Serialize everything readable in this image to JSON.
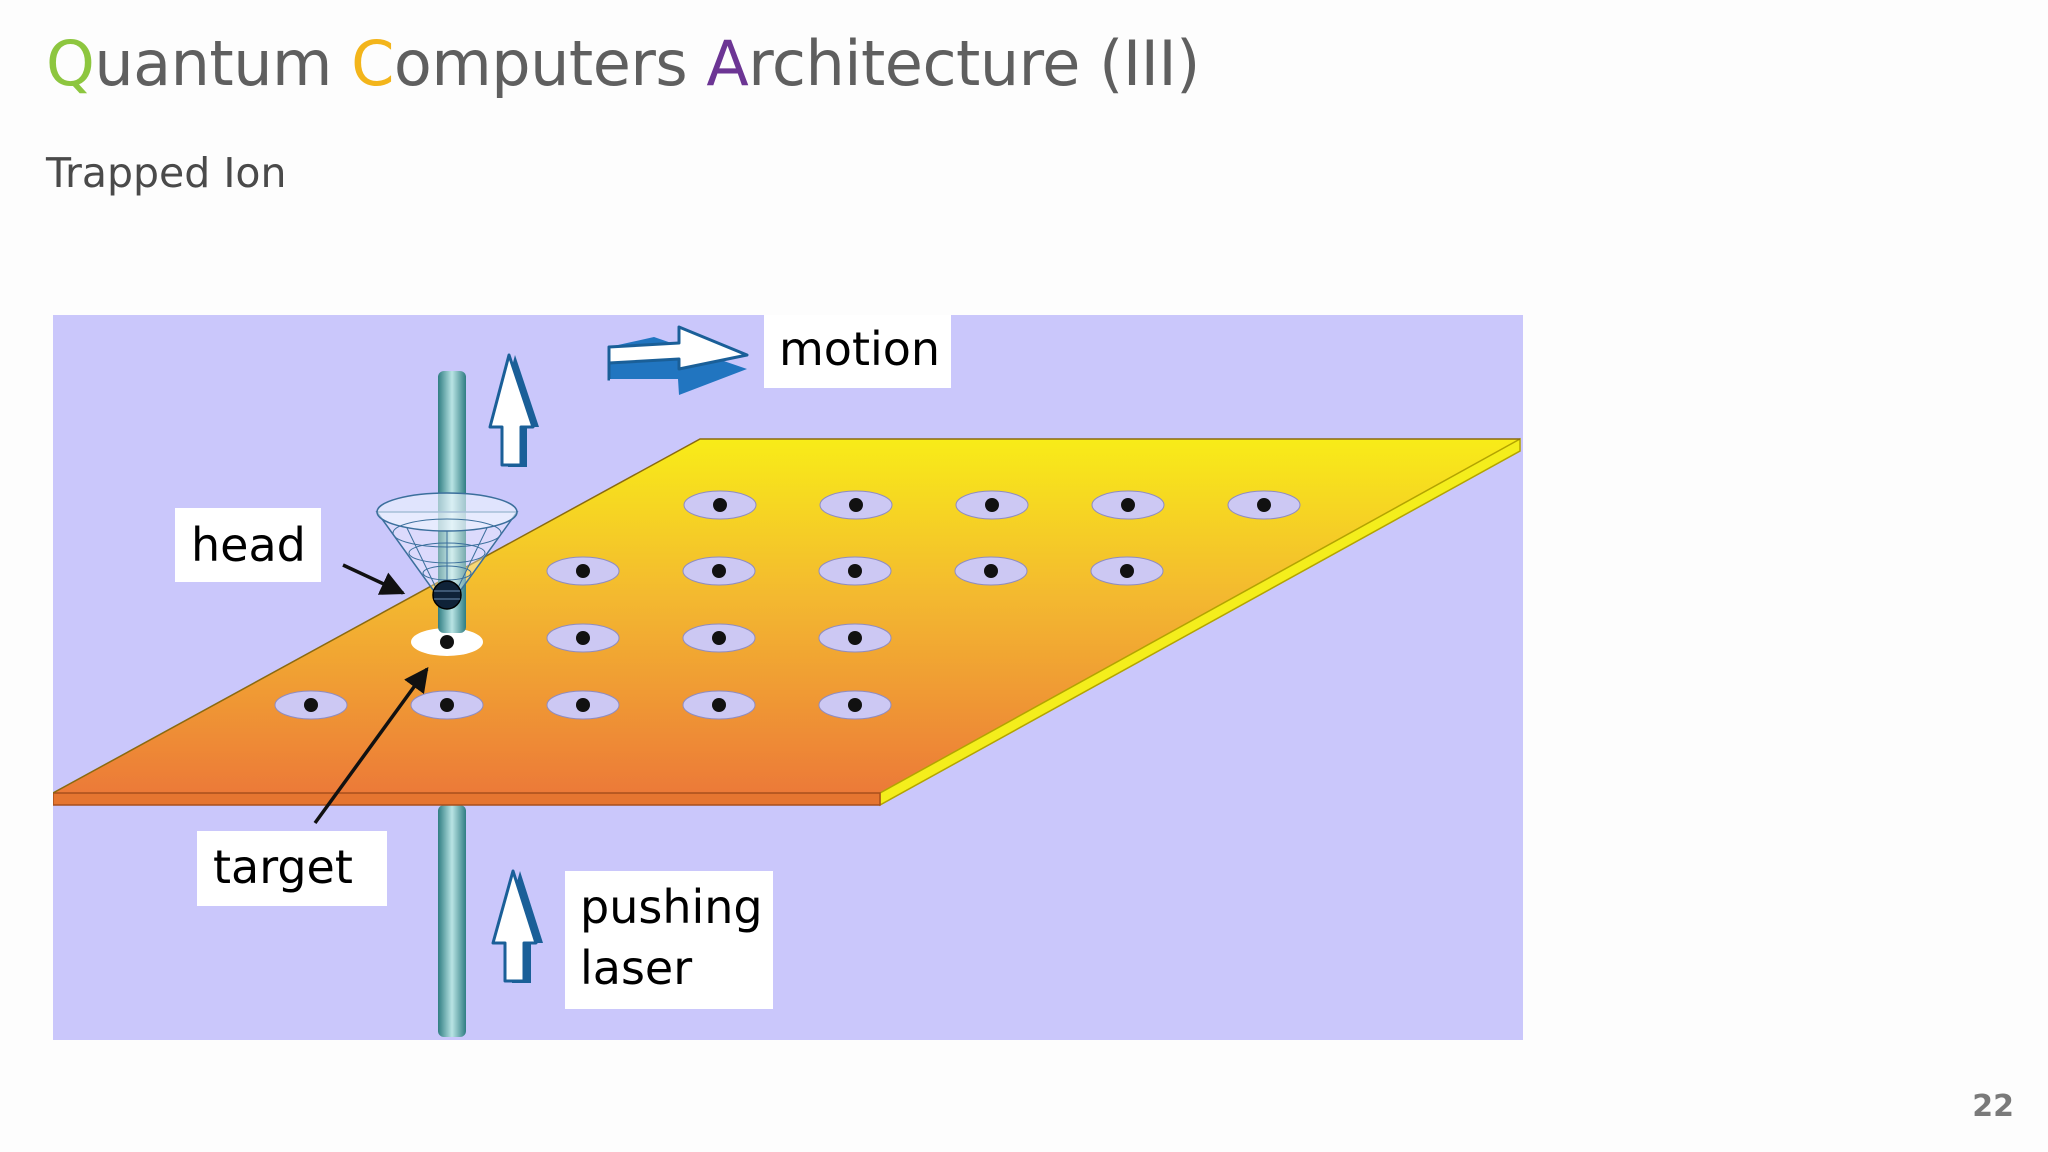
{
  "slide": {
    "title": {
      "part1_initial": "Q",
      "part1_rest": "uantum ",
      "part2_initial": "C",
      "part2_rest": "omputers ",
      "part3_initial": "A",
      "part3_rest": "rchitecture (III)"
    },
    "subtitle": "Trapped Ion",
    "page_number": "22"
  },
  "figure": {
    "labels": {
      "motion": "motion",
      "head": "head",
      "target": "target",
      "pushing_line1": "pushing",
      "pushing_line2": "laser"
    },
    "ion_grid_counts": [
      5,
      5,
      4,
      5
    ],
    "colors": {
      "background": "#cac7fb",
      "plate_top": "#f7e81c",
      "plate_bottom": "#ec7a38",
      "plate_side": "#f4ee1c",
      "plate_front": "#e57530",
      "ion_well": "#ccc8f3",
      "beam": "#4b9b9f",
      "arrow": "#2175c0",
      "title_q": "#8dc63f",
      "title_c": "#f3b51b",
      "title_a": "#6c3594"
    }
  }
}
